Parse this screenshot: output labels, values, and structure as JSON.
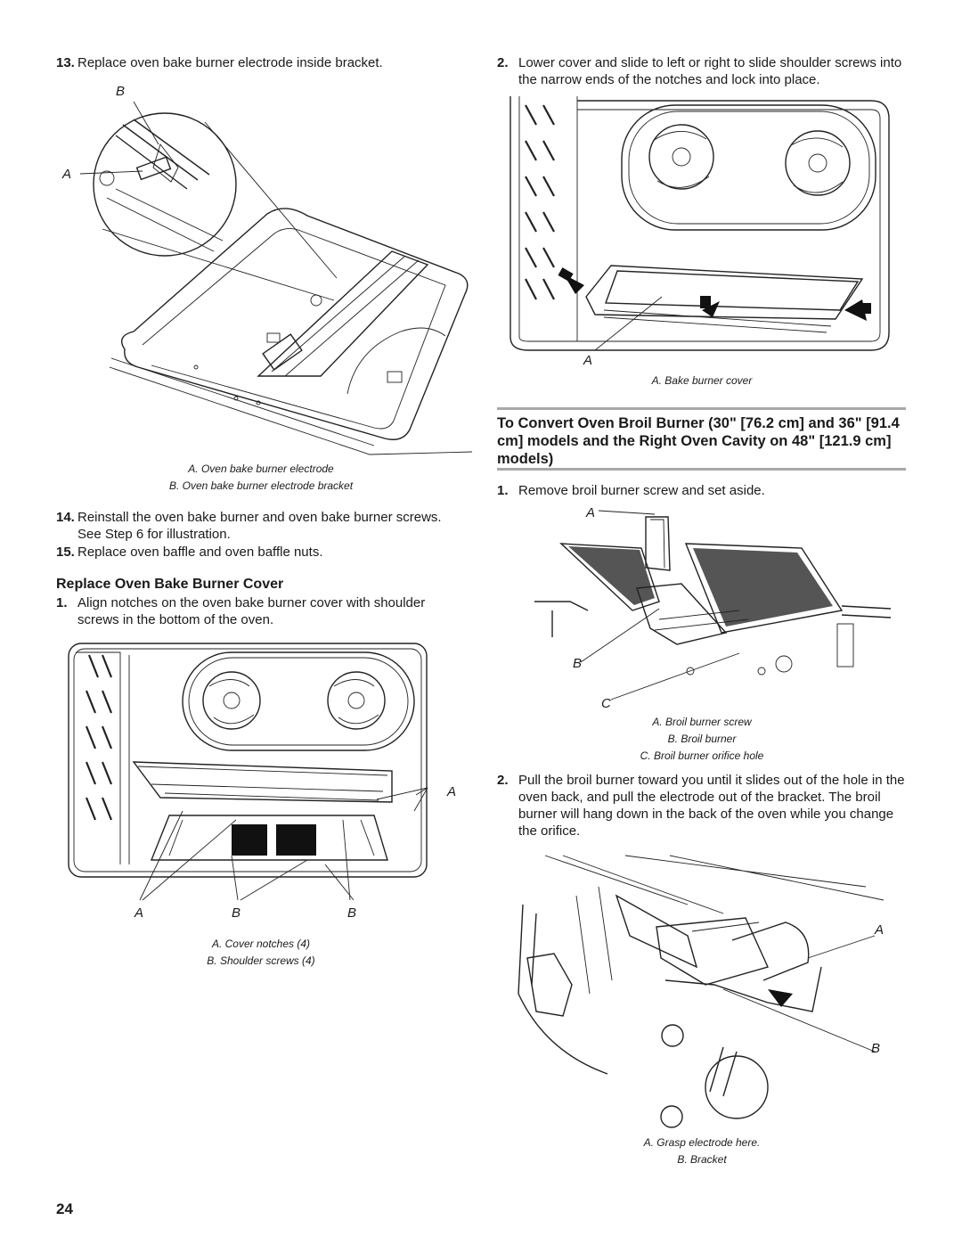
{
  "page_number": "24",
  "left": {
    "step13": {
      "num": "13.",
      "text": "Replace oven bake burner electrode inside bracket."
    },
    "fig1": {
      "label_b": "B",
      "label_a": "A",
      "caption_a": "A. Oven bake burner electrode",
      "caption_b": "B. Oven bake burner electrode bracket"
    },
    "step14": {
      "num": "14.",
      "text": "Reinstall the oven bake burner and oven bake burner screws. See Step 6 for illustration."
    },
    "step15": {
      "num": "15.",
      "text": "Replace oven baffle and oven baffle nuts."
    },
    "heading": "Replace Oven Bake Burner Cover",
    "step1": {
      "num": "1.",
      "text": "Align notches on the oven bake burner cover with shoulder screws in the bottom of the oven."
    },
    "fig2": {
      "label_a_right": "A",
      "label_a_bottom": "A",
      "label_b1": "B",
      "label_b2": "B",
      "caption_a": "A. Cover notches (4)",
      "caption_b": "B. Shoulder screws (4)"
    }
  },
  "right": {
    "step2a": {
      "num": "2.",
      "text": "Lower cover and slide to left or right to slide shoulder screws into the narrow ends of the notches and lock into place."
    },
    "fig3": {
      "label_a": "A",
      "caption_a": "A. Bake burner cover"
    },
    "heading": "To Convert Oven Broil Burner (30\" [76.2 cm] and 36\" [91.4 cm] models and the Right Oven Cavity on 48\" [121.9 cm] models)",
    "step1": {
      "num": "1.",
      "text": "Remove broil burner screw and set aside."
    },
    "fig4": {
      "label_a": "A",
      "label_b": "B",
      "label_c": "C",
      "caption_a": "A. Broil burner screw",
      "caption_b": "B. Broil burner",
      "caption_c": "C. Broil burner orifice hole"
    },
    "step2b": {
      "num": "2.",
      "text": "Pull the broil burner toward you until it slides out of the hole in the oven back, and pull the electrode out of the bracket. The broil burner will hang down in the back of the oven while you change the orifice."
    },
    "fig5": {
      "label_a": "A",
      "label_b": "B",
      "caption_a": "A. Grasp electrode here.",
      "caption_b": "B. Bracket"
    }
  },
  "icons": [
    "oven-bake-burner-illustration",
    "oven-cavity-illustration",
    "bake-burner-cover-illustration",
    "broil-burner-illustration",
    "broil-electrode-illustration"
  ]
}
